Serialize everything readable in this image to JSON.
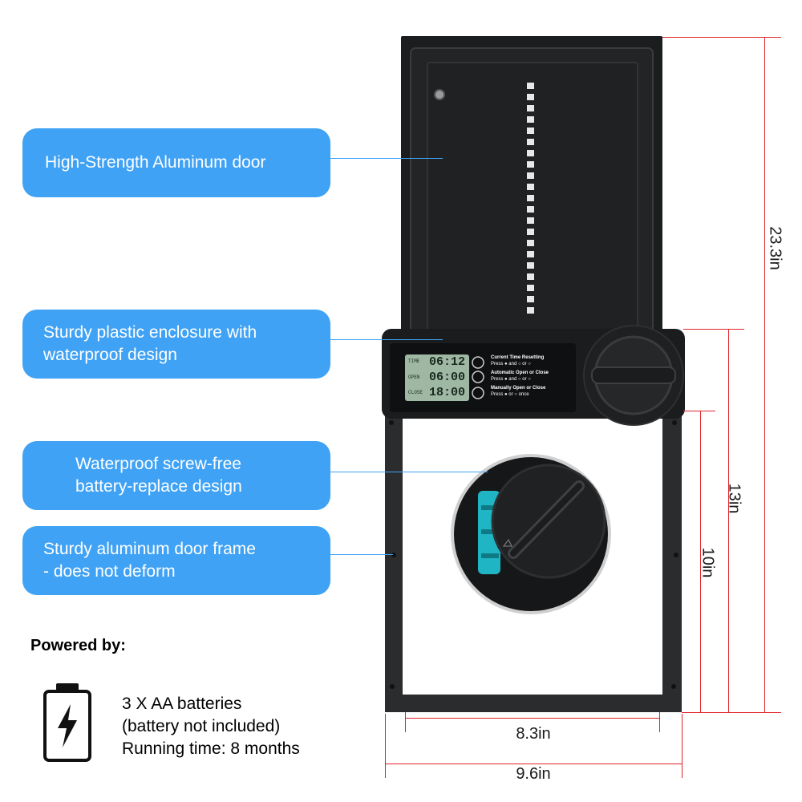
{
  "callouts": {
    "door": "High-Strength Aluminum door",
    "enclosure_line1": "Sturdy plastic enclosure with",
    "enclosure_line2": "waterproof design",
    "battery_line1": "Waterproof screw-free",
    "battery_line2": "battery-replace design",
    "frame_line1": "Sturdy aluminum door frame",
    "frame_line2": "- does not deform"
  },
  "power": {
    "heading": "Powered by:",
    "line1": "3 X AA batteries",
    "line2": "(battery not included)",
    "line3": "Running time: 8 months",
    "icon": "battery-charging-icon"
  },
  "dimensions": {
    "total_height": "23.3in",
    "enclosure_height": "13in",
    "opening_height": "10in",
    "opening_width": "8.3in",
    "total_width": "9.6in"
  },
  "panel": {
    "lcd": {
      "row1_label": "TIME",
      "row1_value": "06:12",
      "row2_label": "OPEN",
      "row2_value": "06:00",
      "row3_label": "CLOSE",
      "row3_value": "18:00"
    },
    "instructions": [
      {
        "title": "Current Time Resetting",
        "detail": "Press ● and ○ or ○"
      },
      {
        "title": "Automatic Open or Close",
        "detail": "Press ● and ○ or ○"
      },
      {
        "title": "Manually Open or Close",
        "detail": "Press ● or ○ once"
      }
    ]
  },
  "colors": {
    "callout_bg": "#3fa2f5",
    "dimension_line": "#e0242b",
    "door_body": "#1e1f21",
    "lcd_bg": "#9fb8a4",
    "battery_cells": "#1fb5c4"
  }
}
